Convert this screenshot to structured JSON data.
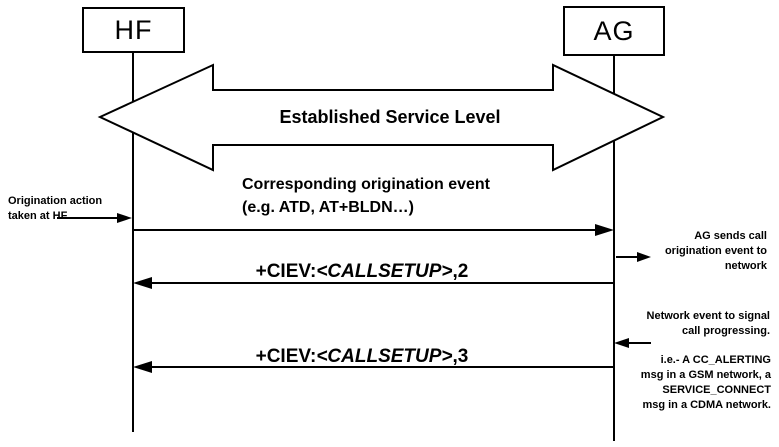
{
  "diagram": {
    "actors": [
      {
        "label": "HF"
      },
      {
        "label": "AG"
      }
    ],
    "banner": {
      "label": "Established Service Level"
    },
    "messages": [
      {
        "direction": "hf-to-ag",
        "lines": [
          "Corresponding origination event",
          "(e.g. ATD, AT+BLDN…)"
        ]
      },
      {
        "direction": "ag-to-hf",
        "prefix": "+CIEV:",
        "param": "<CALLSETUP>",
        "suffix": ",2"
      },
      {
        "direction": "ag-to-hf",
        "prefix": "+CIEV:",
        "param": "<CALLSETUP>",
        "suffix": ",3"
      }
    ],
    "notes": {
      "left": {
        "lines": [
          "Origination action",
          "taken at HF"
        ]
      },
      "right_top": {
        "lines": [
          "AG sends call",
          "origination event to",
          "network"
        ]
      },
      "right_mid": {
        "lines": [
          "Network event to signal",
          "call progressing."
        ]
      },
      "right_bottom": {
        "lines": [
          "i.e.- A CC_ALERTING",
          "msg in a GSM network, a",
          "SERVICE_CONNECT",
          "msg in a CDMA network."
        ]
      }
    },
    "colors": {
      "ink": "#000000",
      "background": "#ffffff"
    }
  }
}
